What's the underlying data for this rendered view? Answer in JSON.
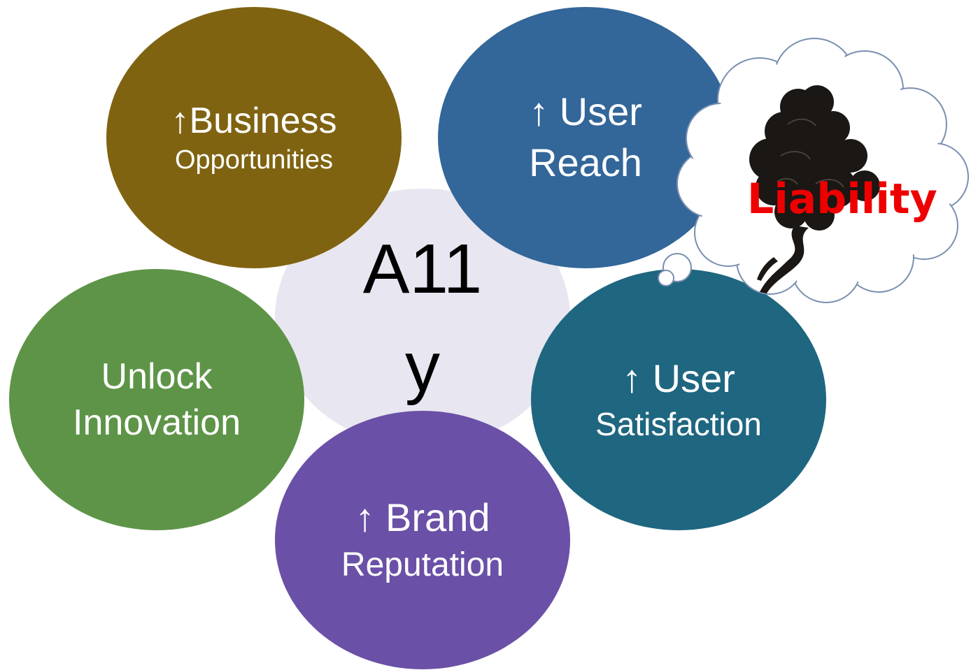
{
  "diagram": {
    "center": {
      "label_line1": "A11",
      "label_line2": "y",
      "color": "#E8E6F0"
    },
    "bubbles": {
      "business": {
        "line1": "↑Business",
        "line2": "Opportunities",
        "color": "#7F6311"
      },
      "reach": {
        "line1": "↑ User",
        "line2": "Reach",
        "color": "#336699"
      },
      "unlock": {
        "line1": "Unlock",
        "line2": "Innovation",
        "color": "#5E9448"
      },
      "satisfaction": {
        "line1": "↑ User",
        "line2": "Satisfaction",
        "color": "#1F6680"
      },
      "brand": {
        "line1": "↑ Brand",
        "line2": "Reputation",
        "color": "#6A50A7"
      }
    },
    "thought_bubble": {
      "label": "Liability",
      "label_color": "#EE0000",
      "smoke_icon": "smoke-cloud-icon",
      "outline_color": "#7A8FB0"
    }
  }
}
